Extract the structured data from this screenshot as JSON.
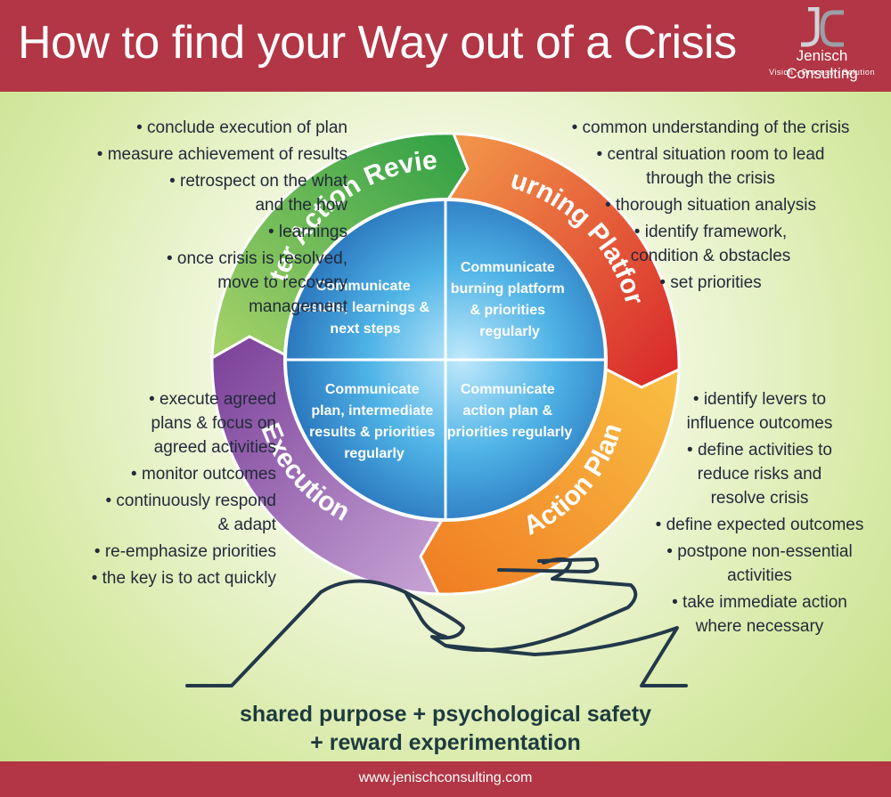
{
  "header": {
    "title": "How to find your Way out of a Crisis",
    "logo_mark": "JC",
    "logo_name": "Jenisch Consulting",
    "logo_tagline": "Vision · Process · Solution"
  },
  "colors": {
    "header_bg": "#b23645",
    "after_action_review": "#3fae49",
    "burning_platform": "#e23a2c",
    "action_plan": "#f4922b",
    "execution": "#8a58a8",
    "center_dark": "#1e6fb6",
    "center_light": "#4fbbe8",
    "text": "#222a3a"
  },
  "cycle": {
    "segments": [
      {
        "label": "After Action Review",
        "color": "#3fae49"
      },
      {
        "label": "Burning Platform",
        "color": "#e23a2c"
      },
      {
        "label": "Action Plan",
        "color": "#f4922b"
      },
      {
        "label": "Execution",
        "color": "#8a58a8"
      }
    ],
    "center": {
      "top_left": [
        "Communicate",
        "results, learnings &",
        "next steps"
      ],
      "top_right": [
        "Communicate",
        "burning platform",
        "& priorities",
        "regularly"
      ],
      "bottom_left": [
        "Communicate",
        "plan, intermediate",
        "results & priorities",
        "regularly"
      ],
      "bottom_right": [
        "Communicate",
        "action plan &",
        "priorities regularly"
      ]
    }
  },
  "bullets": {
    "after_action_review": [
      "conclude execution of plan",
      "measure achievement of results",
      "retrospect on the what\nand the how",
      "learnings",
      "once crisis is resolved,\nmove to recovery\nmanagement"
    ],
    "burning_platform": [
      "common understanding of the crisis",
      "central situation room to lead\nthrough the crisis",
      "thorough situation analysis",
      "identify framework,\ncondition & obstacles",
      "set priorities"
    ],
    "execution": [
      "execute agreed\nplans & focus on\nagreed activities",
      "monitor outcomes",
      "continuously respond\n& adapt",
      "re-emphasize priorities",
      "the key is to act quickly"
    ],
    "action_plan": [
      "identify levers to\ninfluence outcomes",
      "define activities to\nreduce risks and\nresolve crisis",
      "define expected outcomes",
      "postpone non-essential\nactivities",
      "take immediate action\nwhere necessary"
    ]
  },
  "slogan": {
    "line1": "shared purpose + psychological safety",
    "line2": "+ reward experimentation"
  },
  "footer": {
    "url": "www.jenischconsulting.com"
  }
}
